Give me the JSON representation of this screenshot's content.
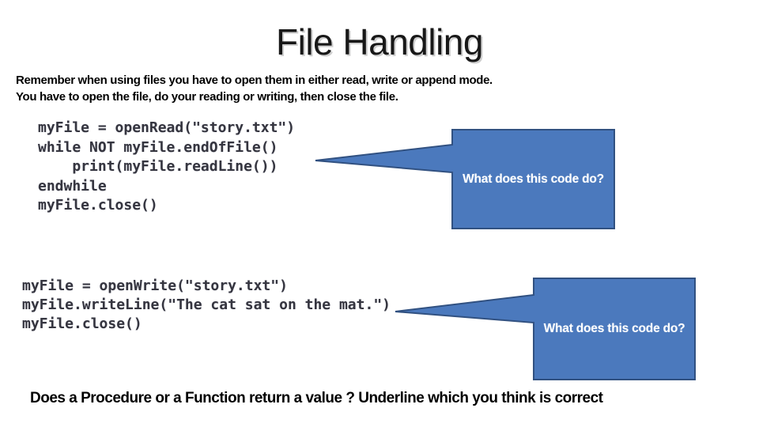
{
  "slide": {
    "title": "File Handling",
    "intro_line_1": "Remember when using files you have to open them in either read, write or append mode.",
    "intro_line_2": "You have to open the file, do your reading or writing, then close the file.",
    "footer": "Does a Procedure or a Function return a value ? Underline which you think is correct"
  },
  "code_block_1": {
    "lines": [
      "myFile = openRead(\"story.txt\")",
      "while NOT myFile.endOfFile()",
      "    print(myFile.readLine())",
      "endwhile",
      "myFile.close()"
    ]
  },
  "code_block_2": {
    "lines": [
      "myFile = openWrite(\"story.txt\")",
      "myFile.writeLine(\"The cat sat on the mat.\")",
      "myFile.close()"
    ]
  },
  "callout_1": {
    "label": "What does this code do?"
  },
  "callout_2": {
    "label": "What does this code do?"
  },
  "colors": {
    "background": "#ffffff",
    "callout_fill": "#4b79bd",
    "callout_border": "#315181",
    "callout_text": "#ffffff",
    "code_text": "#35353f",
    "title_text": "#181818",
    "body_text": "#000000"
  }
}
